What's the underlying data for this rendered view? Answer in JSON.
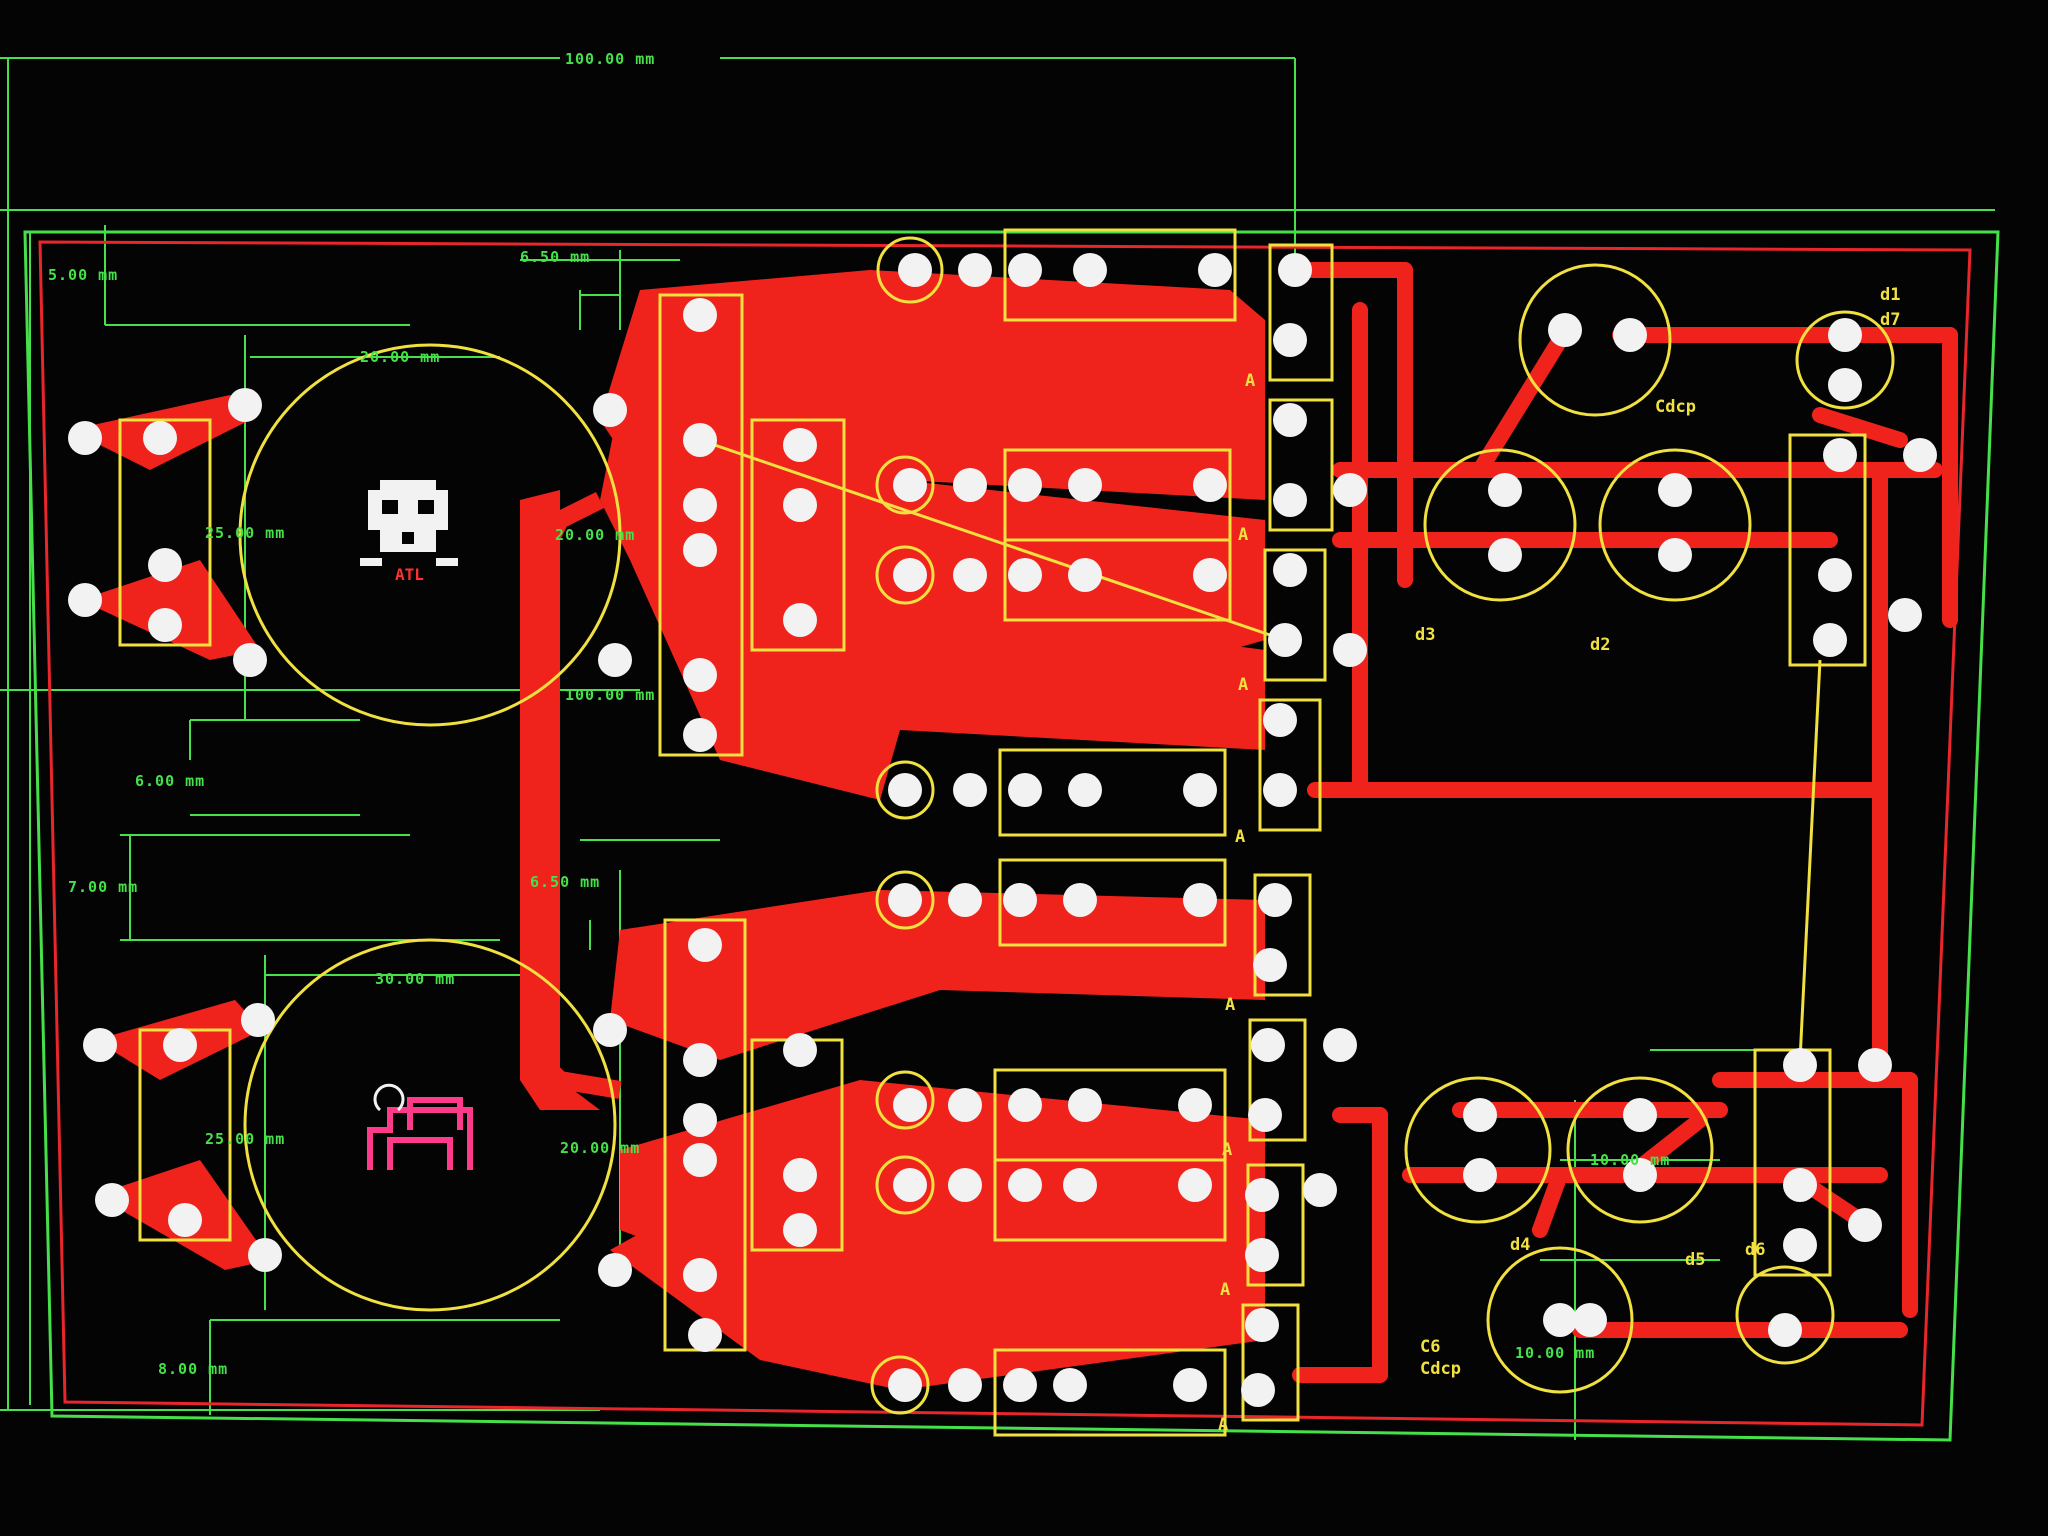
{
  "colors": {
    "background": "#040404",
    "copper": "#f0231c",
    "silkscreen": "#f0e040",
    "dimension": "#46e04a",
    "pad": "#f2f2f2",
    "outline_red": "#e8262b"
  },
  "icons": [
    "skull-logo-icon",
    "oshw-logo-icon"
  ],
  "dimensions": {
    "top_overall": "100.00 mm",
    "left_top_offset": "5.00 mm",
    "left_top_spacing": "20.00 mm",
    "left_top_diameter": "25.00 mm",
    "right_top_offset": "6.50 mm",
    "mid_spacing": "20.00 mm",
    "center_width": "100.00 mm",
    "left_gap": "6.00 mm",
    "left_mid_offset": "7.00 mm",
    "right_mid_offset": "6.50 mm",
    "left_bottom_spacing": "30.00 mm",
    "left_bottom_diameter": "25.00 mm",
    "right_bottom_spacing": "20.00 mm",
    "bottom_offset": "8.00 mm",
    "right_cap_spacing": "10.00 mm",
    "right_cap_diameter": "10.00 mm"
  },
  "silkscreen": {
    "logo_text": "ATL",
    "component_marker": "A",
    "markers": [
      "A",
      "A",
      "A",
      "A",
      "A",
      "A",
      "A",
      "A"
    ],
    "cap_top_label": "Cdcp",
    "cap_bottom_label": "Cdcp",
    "cap_bottom_prefix": "C6",
    "ref_labels": [
      "d3",
      "d2",
      "d1",
      "d4",
      "d5",
      "d6",
      "d7"
    ]
  }
}
